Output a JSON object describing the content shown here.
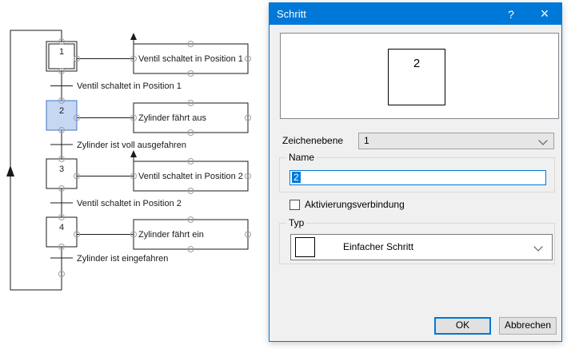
{
  "diagram": {
    "steps": [
      {
        "number": "1",
        "type": "initial",
        "selected": false
      },
      {
        "number": "2",
        "type": "simple",
        "selected": true
      },
      {
        "number": "3",
        "type": "simple",
        "selected": false
      },
      {
        "number": "4",
        "type": "simple",
        "selected": false
      }
    ],
    "actions": [
      {
        "label": "Ventil schaltet in Position 1"
      },
      {
        "label": "Zylinder fährt aus"
      },
      {
        "label": "Ventil schaltet in Position 2"
      },
      {
        "label": "Zylinder fährt ein"
      }
    ],
    "transitions": [
      {
        "label": "Ventil schaltet in Position 1"
      },
      {
        "label": "Zylinder ist voll ausgefahren"
      },
      {
        "label": "Ventil schaltet in Position 2"
      },
      {
        "label": "Zylinder ist eingefahren"
      }
    ],
    "colors": {
      "line": "#1a1a1a",
      "handle": "#a0a0a0",
      "selected_step_fill": "#c5d7f2",
      "selected_step_border": "#4673c8"
    }
  },
  "dialog": {
    "title": "Schritt",
    "titlebar": {
      "help_glyph": "?",
      "close_glyph": "×"
    },
    "preview": {
      "step_label": "2"
    },
    "zeichenebene": {
      "label": "Zeichenebene",
      "value": "1"
    },
    "name_group": {
      "label": "Name",
      "value": "2"
    },
    "aktivierung_checkbox": {
      "label": "Aktivierungsverbindung",
      "checked": false
    },
    "typ_group": {
      "label": "Typ",
      "value": "Einfacher Schritt"
    },
    "buttons": {
      "ok": "OK",
      "cancel": "Abbrechen"
    },
    "colors": {
      "titlebar": "#0078d7",
      "accent": "#0078d7"
    }
  }
}
